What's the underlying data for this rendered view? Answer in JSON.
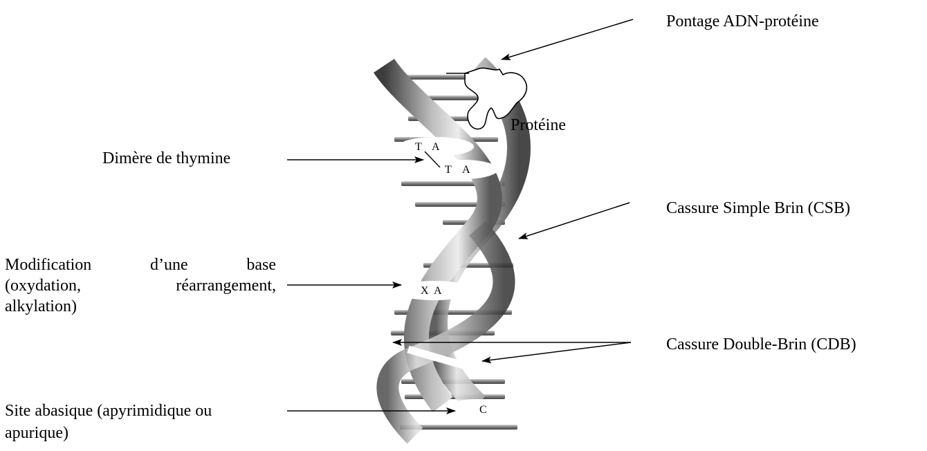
{
  "labels": {
    "crosslink": "Pontage ADN-protéine",
    "protein": "Protéine",
    "thymine_dimer": "Dimère de thymine",
    "ssb": "Cassure Simple Brin (CSB)",
    "base_mod_line1": [
      "Modification",
      "d’une",
      "base"
    ],
    "base_mod_line2": [
      "(oxydation,",
      "réarrangement,"
    ],
    "base_mod_line3": "alkylation)",
    "dsb": "Cassure Double-Brin (CDB)",
    "abasic_line1": "Site abasique (apyrimidique ou",
    "abasic_line2": "apurique)"
  },
  "bases": {
    "dimer_top": [
      "T",
      "A"
    ],
    "dimer_bottom": [
      "T",
      "A"
    ],
    "modified": [
      "X",
      "A"
    ],
    "abasic": "C"
  },
  "colors": {
    "strand_dark": "#4a4a4a",
    "strand_light": "#e6e6e6",
    "rung": "#8c8c8c",
    "arrow": "#000000"
  }
}
